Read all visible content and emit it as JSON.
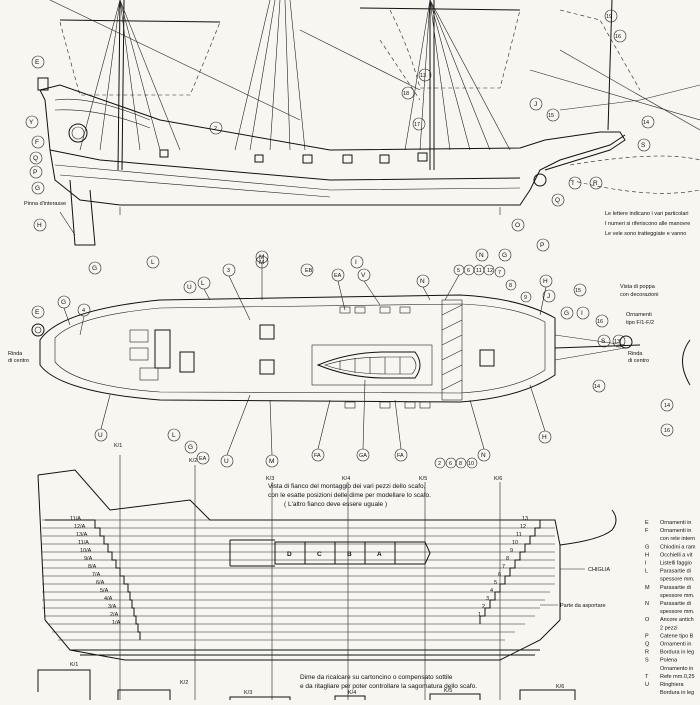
{
  "callouts": {
    "E": "E",
    "F": "F",
    "Y": "Y",
    "Q": "Q",
    "P": "P",
    "G": "G",
    "H": "H",
    "L": "L",
    "I": "I",
    "M": "M",
    "N": "N",
    "O": "O",
    "R": "R",
    "S": "S",
    "J": "J",
    "U": "U",
    "V": "V",
    "n2": "2",
    "n15": "15",
    "n16": "16",
    "n17": "17",
    "n18": "18",
    "n13": "13",
    "n14": "14",
    "n19": "19",
    "n11": "11",
    "n12": "12",
    "n9": "9",
    "n5": "5",
    "n6": "6",
    "n8": "8",
    "n7": "7",
    "n3": "3",
    "n4": "4",
    "n10": "10",
    "EA": "EA",
    "FA": "FA",
    "GA": "GA",
    "EB": "EB"
  },
  "side_view": {
    "bow_note": "Pinna d'interasse",
    "letters_note_1": "Le lettere indicano i vari particolari",
    "letters_note_2": "I numeri si riferiscono alle manovre",
    "letters_note_3": "Le vele sono tratteggiate e vanno"
  },
  "deck_view": {
    "stern_left": "Rinda",
    "stern_left_2": "di centro",
    "bow_right": "Rinda",
    "bow_right_2": "di centro"
  },
  "right_panel": {
    "poppa_1": "Vista di poppa",
    "poppa_2": "con decorazioni",
    "orn_1": "Ornamenti",
    "orn_2": "tipo F/1-F/2"
  },
  "hull_view": {
    "caption_1": "Vista di fianco del montaggio dei vari pezzi dello scafo,",
    "caption_2": "con le esatte posizioni delle dime per modellare lo scafo.",
    "caption_3": "( L'altro fianco deve essere uguale )",
    "stations": [
      "K/1",
      "K/2",
      "K/3",
      "K/4",
      "K/5",
      "K/6"
    ],
    "keel_label": "CHIGLIA",
    "remove_label": "Parte da asportare",
    "plates": [
      "D",
      "C",
      "B",
      "A"
    ],
    "left_layers": [
      "11/A",
      "12/A",
      "13/A",
      "11/A",
      "10/A",
      "9/A",
      "8/A",
      "7/A",
      "6/A",
      "5/A",
      "4/A",
      "3/A",
      "2/A",
      "1/A"
    ],
    "right_layers": [
      "13",
      "12",
      "11",
      "10",
      "9",
      "8",
      "7",
      "6",
      "5",
      "4",
      "3",
      "2",
      "1"
    ],
    "bottom_caption_1": "Dime da ricalcare su cartoncino o compensato sottile",
    "bottom_caption_2": "e da ritagliare per poter controllare la sagomatura dello scafo."
  },
  "legend": {
    "items": [
      {
        "key": "E",
        "text": "Ornamenti in"
      },
      {
        "key": "F",
        "text": "Ornamenti in"
      },
      {
        "key": "",
        "text": "con rete intern"
      },
      {
        "key": "G",
        "text": "Chiodini a ram"
      },
      {
        "key": "H",
        "text": "Occhielli a vit"
      },
      {
        "key": "I",
        "text": "Listelli faggio"
      },
      {
        "key": "L",
        "text": "Parasartie di"
      },
      {
        "key": "",
        "text": "spessore mm."
      },
      {
        "key": "M",
        "text": "Parasartie di"
      },
      {
        "key": "",
        "text": "spessore mm."
      },
      {
        "key": "N",
        "text": "Parasartie di"
      },
      {
        "key": "",
        "text": "spessore mm."
      },
      {
        "key": "O",
        "text": "Ancore antich"
      },
      {
        "key": "",
        "text": "2 pezzi"
      },
      {
        "key": "P",
        "text": "Catene tipo B"
      },
      {
        "key": "Q",
        "text": "Ornamenti in"
      },
      {
        "key": "R",
        "text": "Bordura in leg"
      },
      {
        "key": "S",
        "text": "Polena"
      },
      {
        "key": "",
        "text": "Ornamento in"
      },
      {
        "key": "T",
        "text": "Refe mm.0,25"
      },
      {
        "key": "U",
        "text": "Ringhiera"
      },
      {
        "key": "",
        "text": "Bordura in leg"
      }
    ]
  }
}
